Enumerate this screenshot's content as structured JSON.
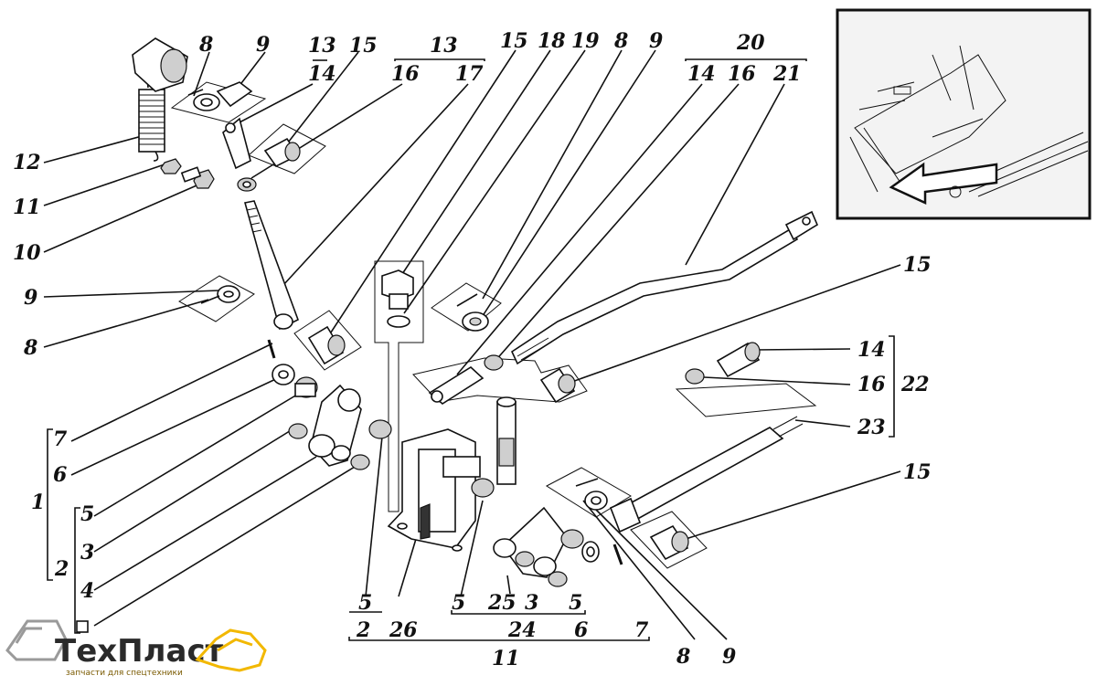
{
  "labels": {
    "l_8a": "8",
    "l_9a": "9",
    "l_13a": "13",
    "l_14a": "14",
    "l_15a": "15",
    "l_13b": "13",
    "l_16a": "16",
    "l_17": "17",
    "l_15b": "15",
    "l_18": "18",
    "l_19": "19",
    "l_8b": "8",
    "l_9b": "9",
    "l_20": "20",
    "l_14b": "14",
    "l_16b": "16",
    "l_21": "21",
    "l_12": "12",
    "l_11a": "11",
    "l_10": "10",
    "l_9c": "9",
    "l_8c": "8",
    "l_15c": "15",
    "l_14c": "14",
    "l_16c": "16",
    "l_22": "22",
    "l_23": "23",
    "l_7a": "7",
    "l_6a": "6",
    "l_1": "1",
    "l_5a": "5",
    "l_3a": "3",
    "l_2a": "2",
    "l_4": "4",
    "l_15d": "15",
    "l_5b": "5",
    "l_2b": "2",
    "l_26": "26",
    "l_5c": "5",
    "l_25": "25",
    "l_3b": "3",
    "l_5d": "5",
    "l_24": "24",
    "l_6b": "6",
    "l_7b": "7",
    "l_11b": "11",
    "l_8d": "8",
    "l_9d": "9"
  },
  "logo": {
    "name": "ТехПласт",
    "subtitle": "запчасти для спецтехники"
  }
}
